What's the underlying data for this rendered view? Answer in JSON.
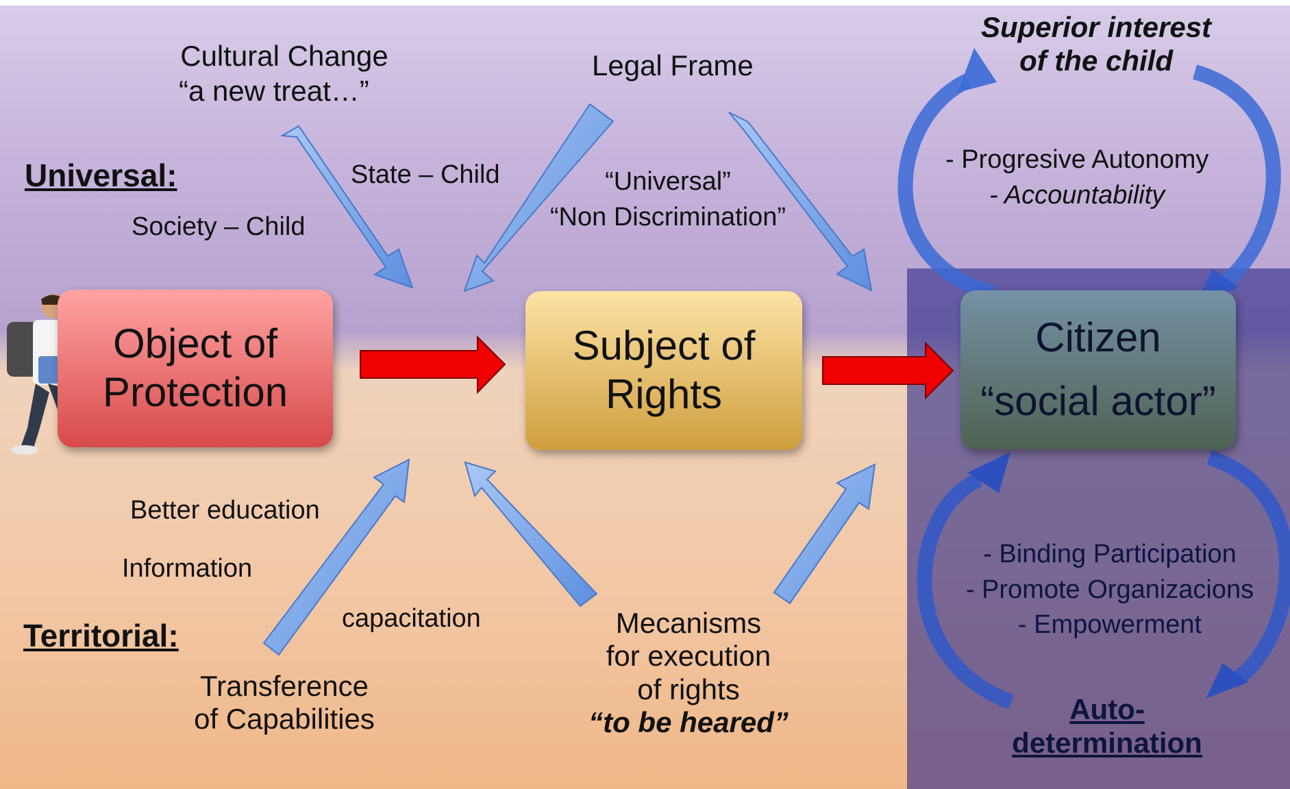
{
  "colors": {
    "background_top": "#d3c6e8",
    "background_bottom": "#efb787",
    "object_box": "#e86a6a",
    "subject_box": "#e8bf6a",
    "citizen_box": "#5f7a7e",
    "flow_arrow": "#f00000",
    "influence_arrow": "#8ab4f0",
    "cycle_arrow": "#2f5ed0"
  },
  "icons": {
    "child": "schoolboy-with-backpack-icon"
  },
  "nodes": {
    "object": [
      "Object of",
      "Protection"
    ],
    "subject": [
      "Subject of",
      "Rights"
    ],
    "citizen": [
      "Citizen",
      "“social actor”"
    ]
  },
  "top": {
    "universal_label": "Universal:",
    "cultural_change": [
      "Cultural Change",
      "“a new treat…”"
    ],
    "state_child": "State – Child",
    "society_child": "Society – Child",
    "legal_frame": "Legal Frame",
    "legal_principles": [
      "“Universal”",
      "“Non Discrimination”"
    ]
  },
  "bottom": {
    "territorial_label": "Territorial:",
    "better_education": "Better education",
    "information": "Information",
    "capacitation": "capacitation",
    "transference": [
      "Transference",
      "of Capabilities"
    ],
    "mecanisms": [
      "Mecanisms",
      "for execution",
      "of rights"
    ],
    "to_be_heared": "“to be heared”"
  },
  "right_top": {
    "superior_interest": [
      "Superior interest",
      "of the child"
    ],
    "items": [
      "- Progresive Autonomy",
      "- Accountability"
    ]
  },
  "right_bottom": {
    "items": [
      "- Binding Participation",
      "- Promote Organizacions",
      "- Empowerment"
    ],
    "auto_determination": [
      "Auto-",
      "determination"
    ]
  }
}
